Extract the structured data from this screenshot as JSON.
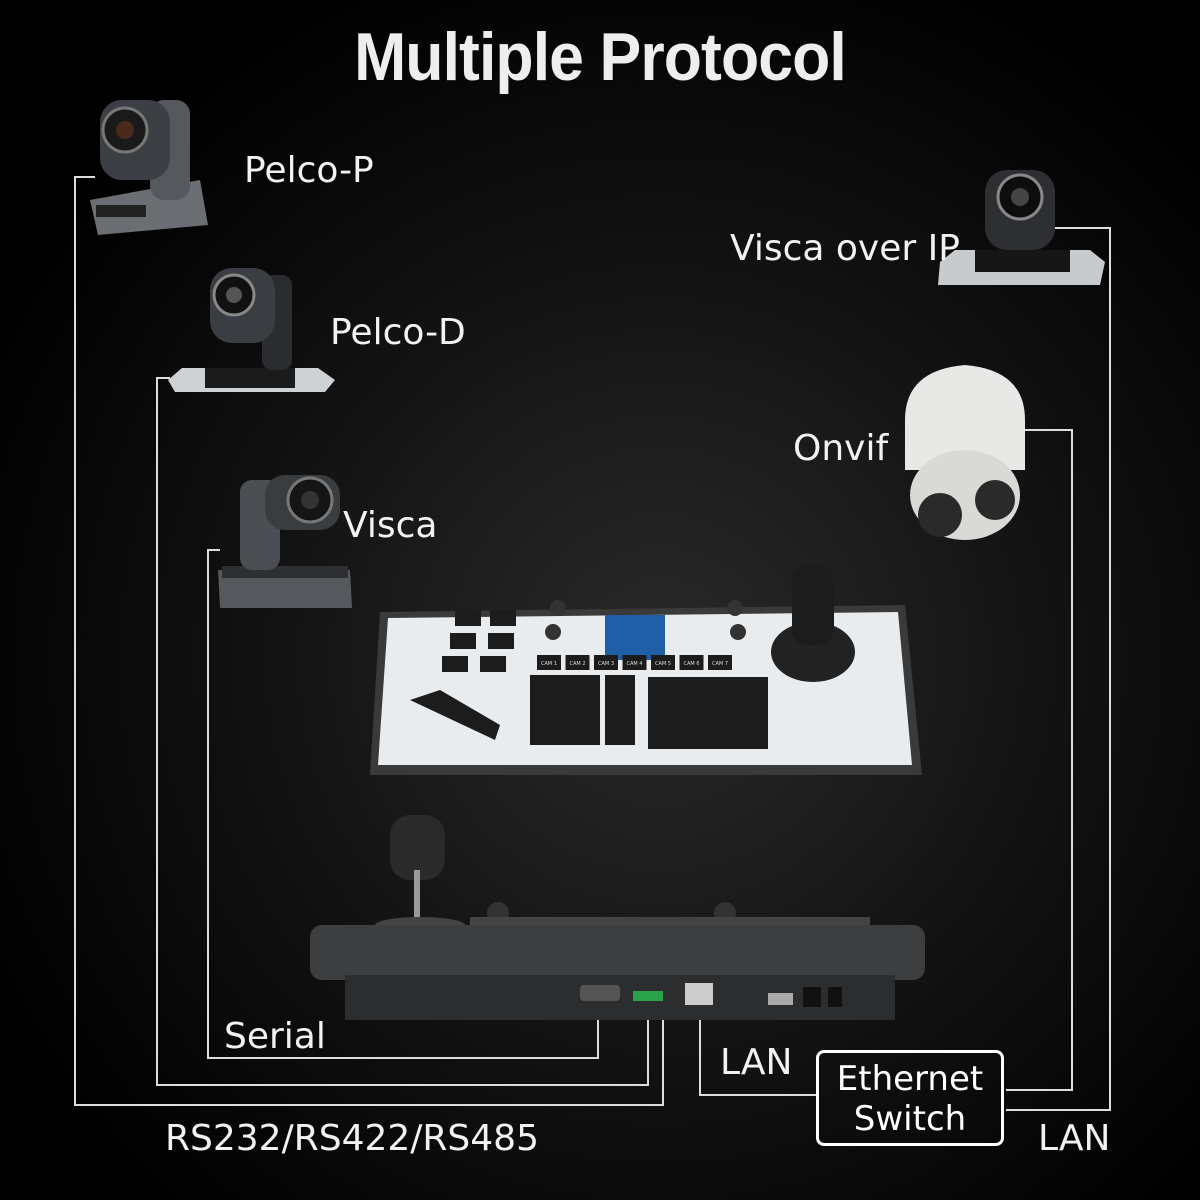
{
  "title": "Multiple Protocol",
  "protocols": {
    "pelco_p": "Pelco-P",
    "pelco_d": "Pelco-D",
    "visca": "Visca",
    "visca_ip": "Visca over IP",
    "onvif": "Onvif"
  },
  "connections": {
    "serial": "Serial",
    "rs": "RS232/RS422/RS485",
    "lan1": "LAN",
    "lan2": "LAN",
    "switch_line1": "Ethernet",
    "switch_line2": "Switch"
  },
  "keyboard": {
    "cam_keys": [
      "CAM 1",
      "CAM 2",
      "CAM 3",
      "CAM 4",
      "CAM 5",
      "CAM 6",
      "CAM 7"
    ],
    "screen_color": "#1f5fa8"
  }
}
